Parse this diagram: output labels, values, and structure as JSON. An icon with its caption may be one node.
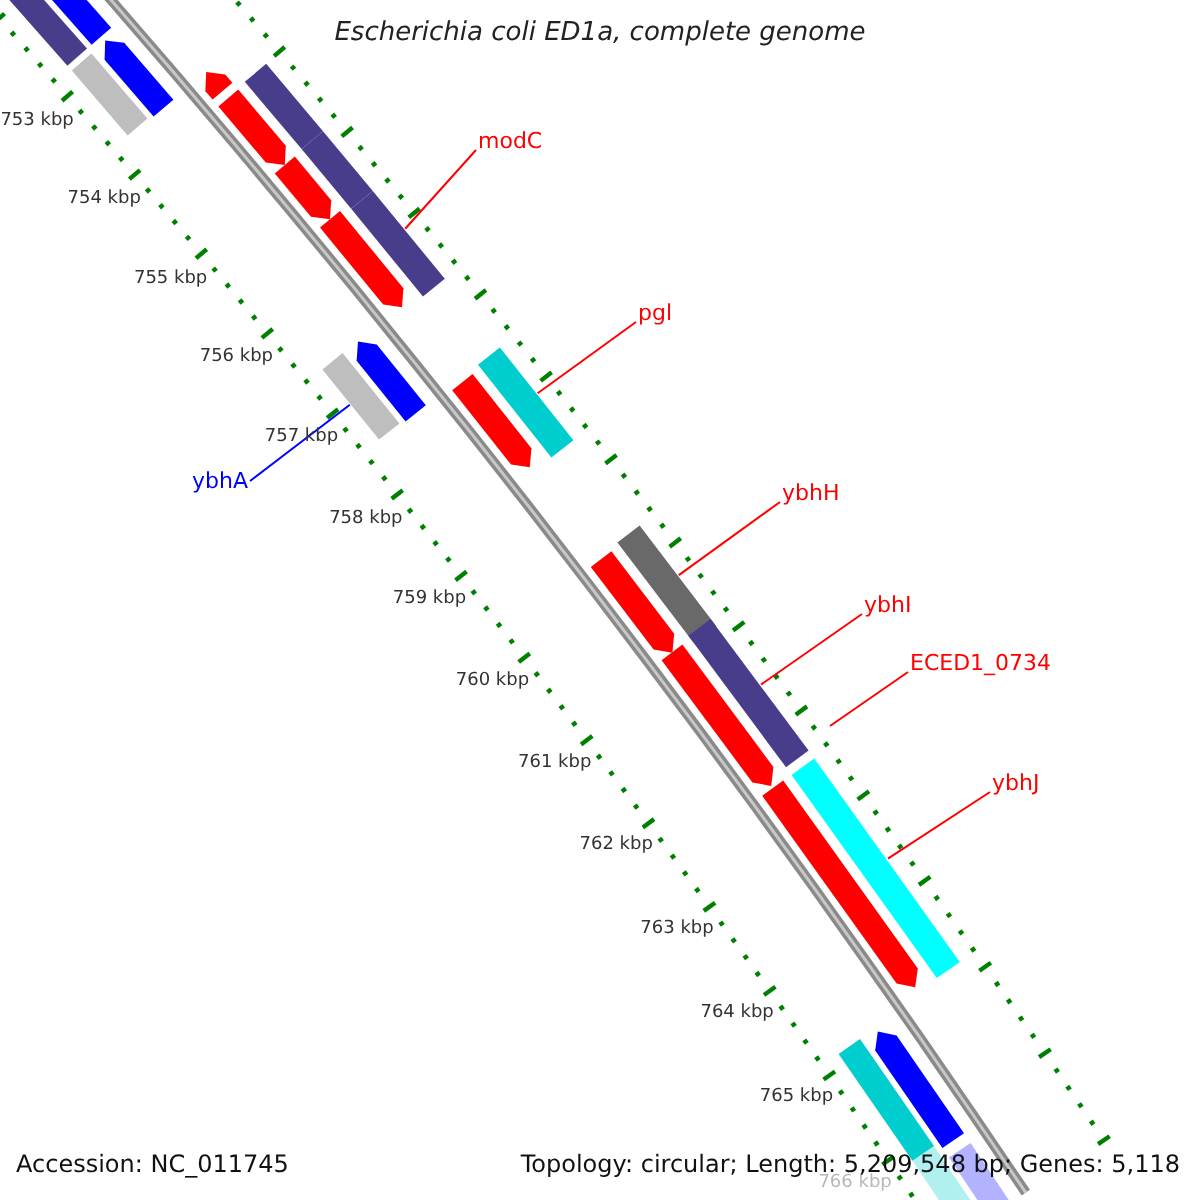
{
  "diagram": {
    "title": "Escherichia coli ED1a, complete genome",
    "nodes": [
      {
        "text": [
          "modC"
        ]
      },
      {
        "text": [
          "pgl"
        ]
      },
      {
        "text": [
          "ybhH"
        ]
      },
      {
        "text": [
          "ybhI"
        ]
      },
      {
        "text": [
          "ECED1_0734"
        ]
      },
      {
        "text": [
          "ybhJ"
        ]
      },
      {
        "text": [
          "ybhA"
        ]
      },
      {
        "text": [],
        "shape": "bar"
      },
      {
        "text": [],
        "shape": "bar"
      },
      {
        "text": [],
        "shape": "arrow"
      },
      {
        "text": [],
        "shape": "bar"
      },
      {
        "text": [],
        "shape": "arrow"
      },
      {
        "text": [],
        "shape": "bar"
      },
      {
        "text": [],
        "shape": "arrow"
      },
      {
        "text": [],
        "shape": "bar"
      },
      {
        "text": [],
        "shape": "arrow"
      },
      {
        "text": [],
        "shape": "bar"
      },
      {
        "text": [],
        "shape": "arrow"
      },
      {
        "text": [],
        "shape": "arrow"
      },
      {
        "text": [],
        "shape": "bar"
      },
      {
        "text": [],
        "shape": "bar"
      },
      {
        "text": [],
        "shape": "arrow"
      },
      {
        "text": [],
        "shape": "bar"
      },
      {
        "text": [],
        "shape": "arrow"
      },
      {
        "text": [],
        "shape": "bar"
      },
      {
        "text": [],
        "shape": "arrow"
      },
      {
        "text": [],
        "shape": "bar"
      },
      {
        "text": [],
        "shape": "arrow"
      },
      {
        "text": [],
        "shape": "arrow"
      },
      {
        "text": [],
        "shape": "bar"
      },
      {
        "text": [],
        "shape": "bar"
      },
      {
        "text": [],
        "shape": "bar"
      }
    ],
    "edges": [
      {
        "from": 0,
        "to": 16,
        "arrow": "none"
      },
      {
        "from": 1,
        "to": 20,
        "arrow": "none"
      },
      {
        "from": 2,
        "to": 22,
        "arrow": "none"
      },
      {
        "from": 3,
        "to": 24,
        "arrow": "none"
      },
      {
        "from": 4,
        "to": null,
        "arrow": "none"
      },
      {
        "from": 5,
        "to": 26,
        "arrow": "none"
      },
      {
        "from": 6,
        "to": 19,
        "arrow": "none",
        "color": "#0000ff"
      }
    ],
    "labels": [
      "753 kbp",
      "754 kbp",
      "755 kbp",
      "756 kbp",
      "757 kbp",
      "758 kbp",
      "759 kbp",
      "760 kbp",
      "761 kbp",
      "762 kbp",
      "763 kbp",
      "764 kbp",
      "765 kbp",
      "766 kbp",
      "Accession: NC_011745",
      "Topology: circular; Length: 5,209,548 bp; Genes: 5,118"
    ]
  }
}
